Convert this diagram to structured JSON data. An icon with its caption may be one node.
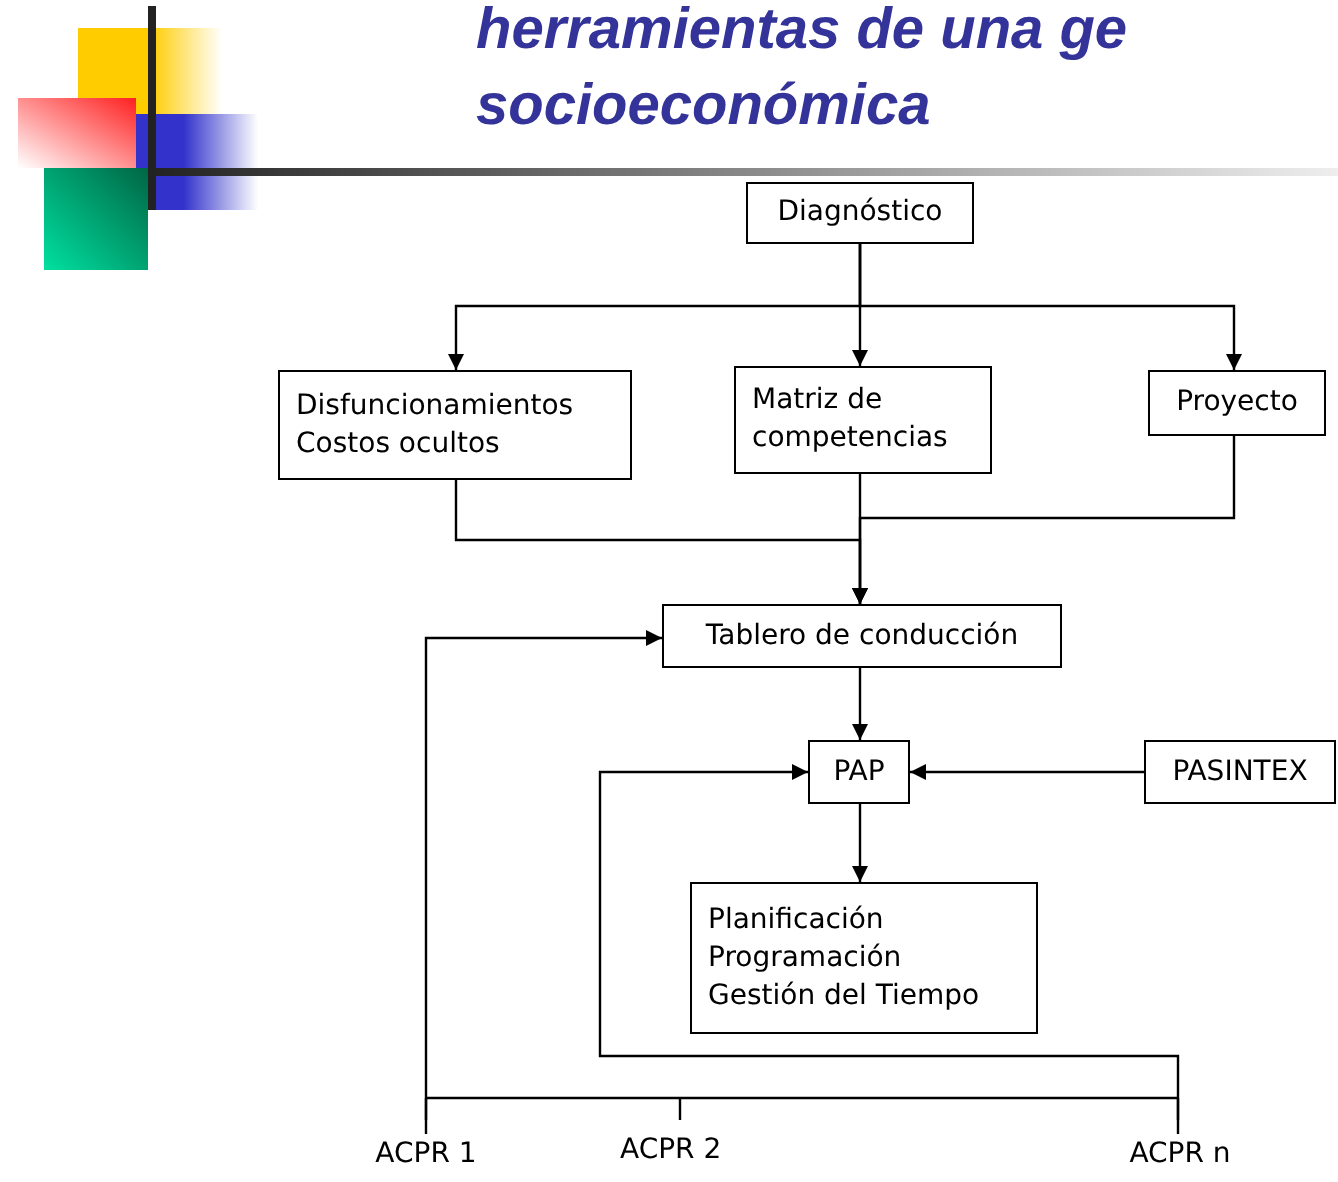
{
  "diagram": {
    "title": "herramientas de una ge socioeconómica",
    "nodes": [
      {
        "text": [
          "Diagnóstico"
        ]
      },
      {
        "text": [
          "Disfuncionamientos",
          "Costos ocultos"
        ]
      },
      {
        "text": [
          "Matriz de competencias"
        ]
      },
      {
        "text": [
          "Proyecto"
        ]
      },
      {
        "text": [
          "Tablero de conducción"
        ]
      },
      {
        "text": [
          "PAP"
        ]
      },
      {
        "text": [
          "PASINTEX"
        ]
      },
      {
        "text": [
          "Planificación",
          "Programación",
          "Gestión del Tiempo"
        ]
      },
      {
        "text": [
          "ACPR 1"
        ]
      },
      {
        "text": [
          "ACPR n"
        ]
      }
    ],
    "edges": [
      {
        "from": 0,
        "to": 1,
        "arrow": "to"
      },
      {
        "from": 0,
        "to": 2,
        "arrow": "to"
      },
      {
        "from": 0,
        "to": 3,
        "arrow": "to"
      },
      {
        "from": 1,
        "to": 4,
        "arrow": "to"
      },
      {
        "from": 2,
        "to": 4,
        "arrow": "to"
      },
      {
        "from": 3,
        "to": 4,
        "arrow": "to"
      },
      {
        "from": 4,
        "to": 5,
        "arrow": "to"
      },
      {
        "from": 6,
        "to": 5,
        "arrow": "to"
      },
      {
        "from": 5,
        "to": 7,
        "arrow": "to"
      },
      {
        "from": 8,
        "to": 4,
        "arrow": "to"
      },
      {
        "from": 9,
        "to": 5,
        "arrow": "to"
      }
    ],
    "labels": [
      "ACPR 2"
    ]
  }
}
